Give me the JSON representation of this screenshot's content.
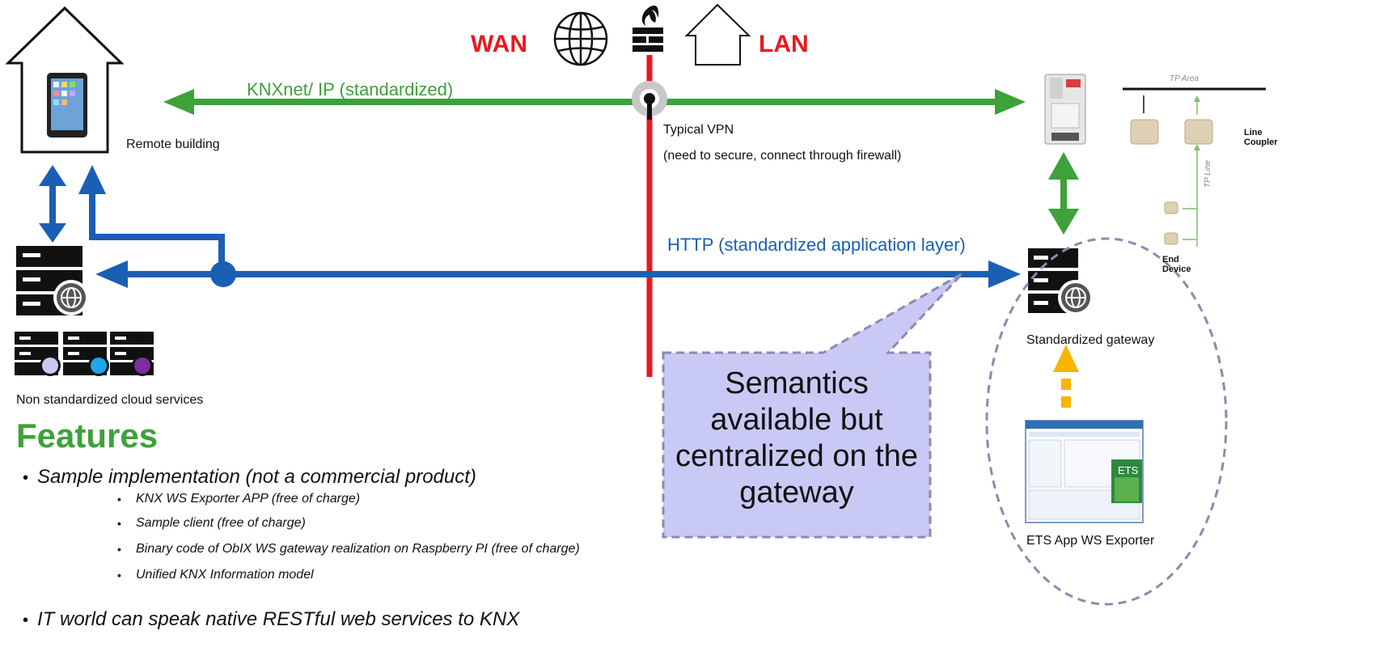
{
  "labels": {
    "wan": "WAN",
    "lan": "LAN",
    "knxnet": "KNXnet/ IP (standardized)",
    "http": "HTTP (standardized application layer)",
    "remote_building": "Remote building",
    "vpn_line1": "Typical VPN",
    "vpn_line2": "(need to secure, connect through firewall)",
    "standardized_gateway": "Standardized gateway",
    "cloud_services": "Non standardized cloud services",
    "ets_app": "ETS App WS Exporter",
    "callout": "Semantics available but centralized on the gateway",
    "tp_area": "TP Area",
    "tp_line": "TP Line",
    "line_coupler_1": "Line",
    "line_coupler_2": "Coupler",
    "end_device_1": "End",
    "end_device_2": "Device",
    "ets_logo": "ETS"
  },
  "features": {
    "title": "Features",
    "items": [
      {
        "text": "Sample implementation (not a commercial product)",
        "subitems": [
          "KNX WS Exporter APP (free of charge)",
          "Sample client (free of charge)",
          "Binary code of ObIX WS gateway realization on Raspberry PI (free of charge)",
          "Unified KNX Information model"
        ]
      },
      {
        "text": "IT world can speak native RESTful web services to KNX"
      }
    ]
  },
  "colors": {
    "knx_green": "#3ea13a",
    "http_blue": "#1a5fb4",
    "wan_red": "#e8181e",
    "callout_fill": "#c9c9f5",
    "callout_border": "#8a8ab0"
  }
}
